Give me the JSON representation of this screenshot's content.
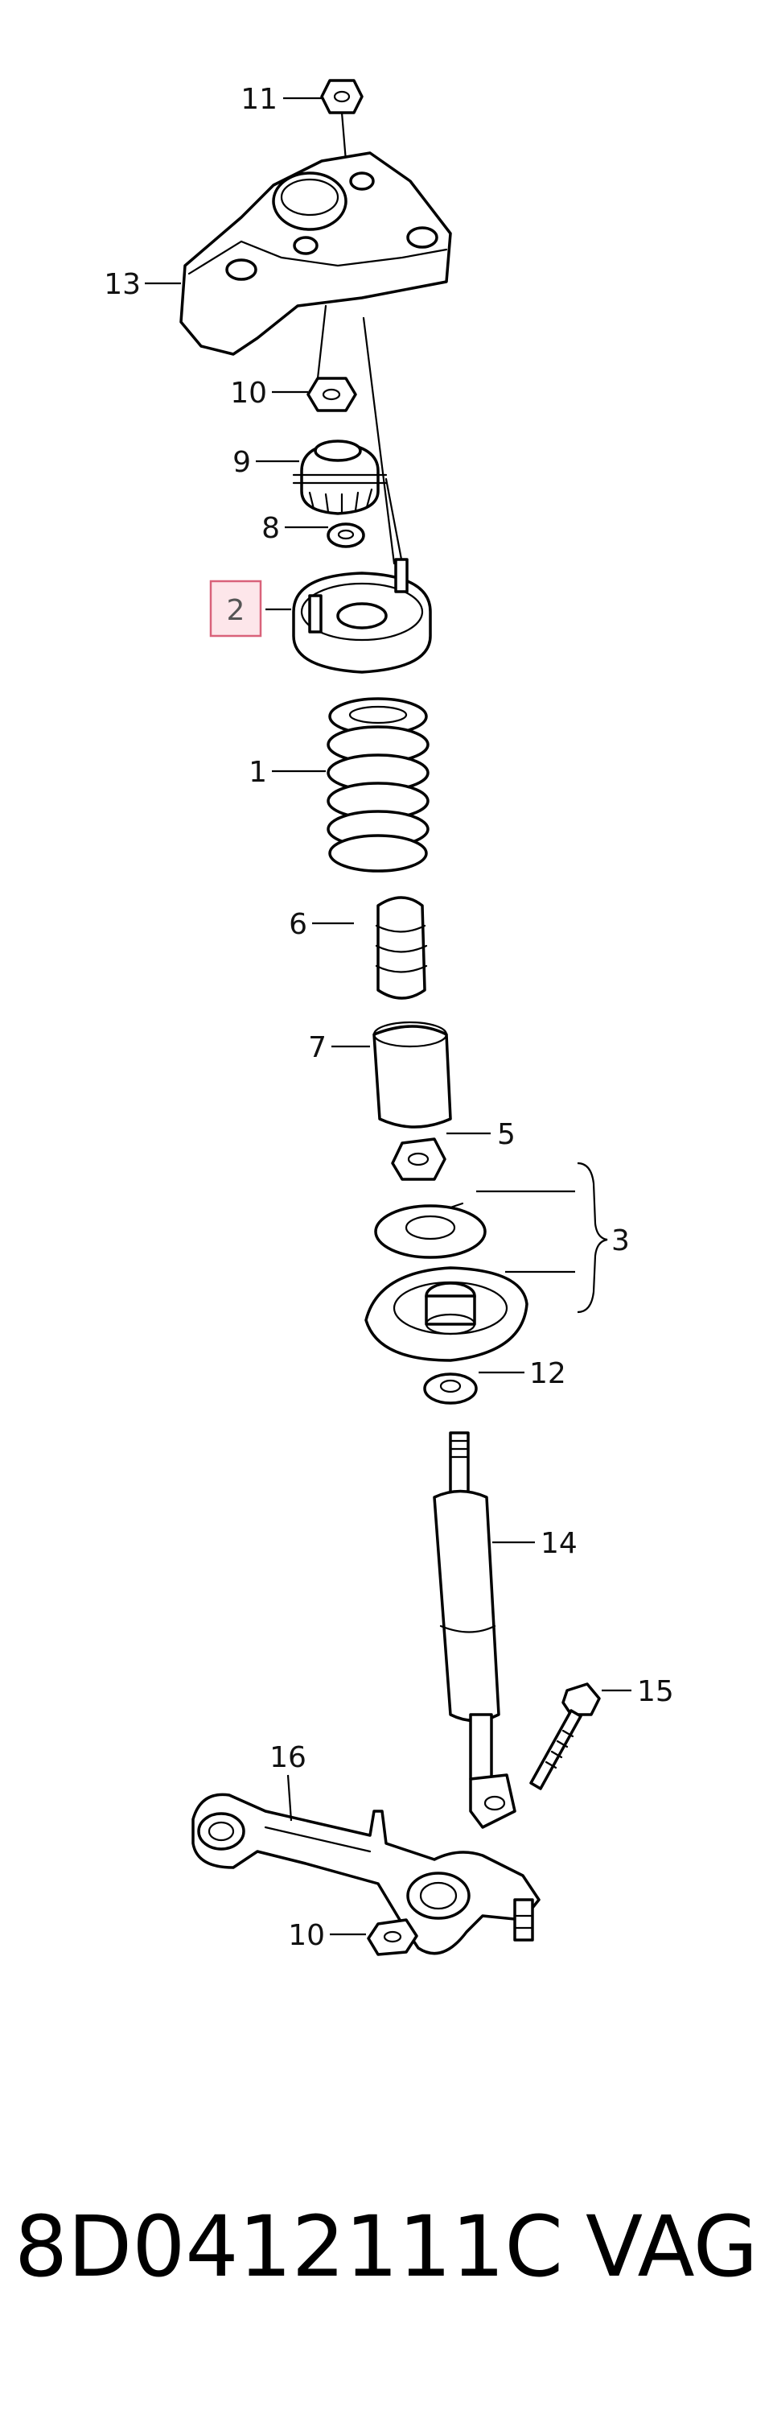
{
  "callouts": {
    "c1": "1",
    "c2": "2",
    "c3": "3",
    "c5": "5",
    "c6": "6",
    "c7": "7",
    "c8": "8",
    "c9": "9",
    "c10a": "10",
    "c10b": "10",
    "c11": "11",
    "c12": "12",
    "c13": "13",
    "c14": "14",
    "c15": "15",
    "c16": "16"
  },
  "highlighted_callout": "2",
  "colors": {
    "highlight_fill": "#fde6ea",
    "highlight_border": "#d9627a"
  },
  "footer": {
    "part_number": "8D0412111C",
    "brand": "VAG"
  }
}
